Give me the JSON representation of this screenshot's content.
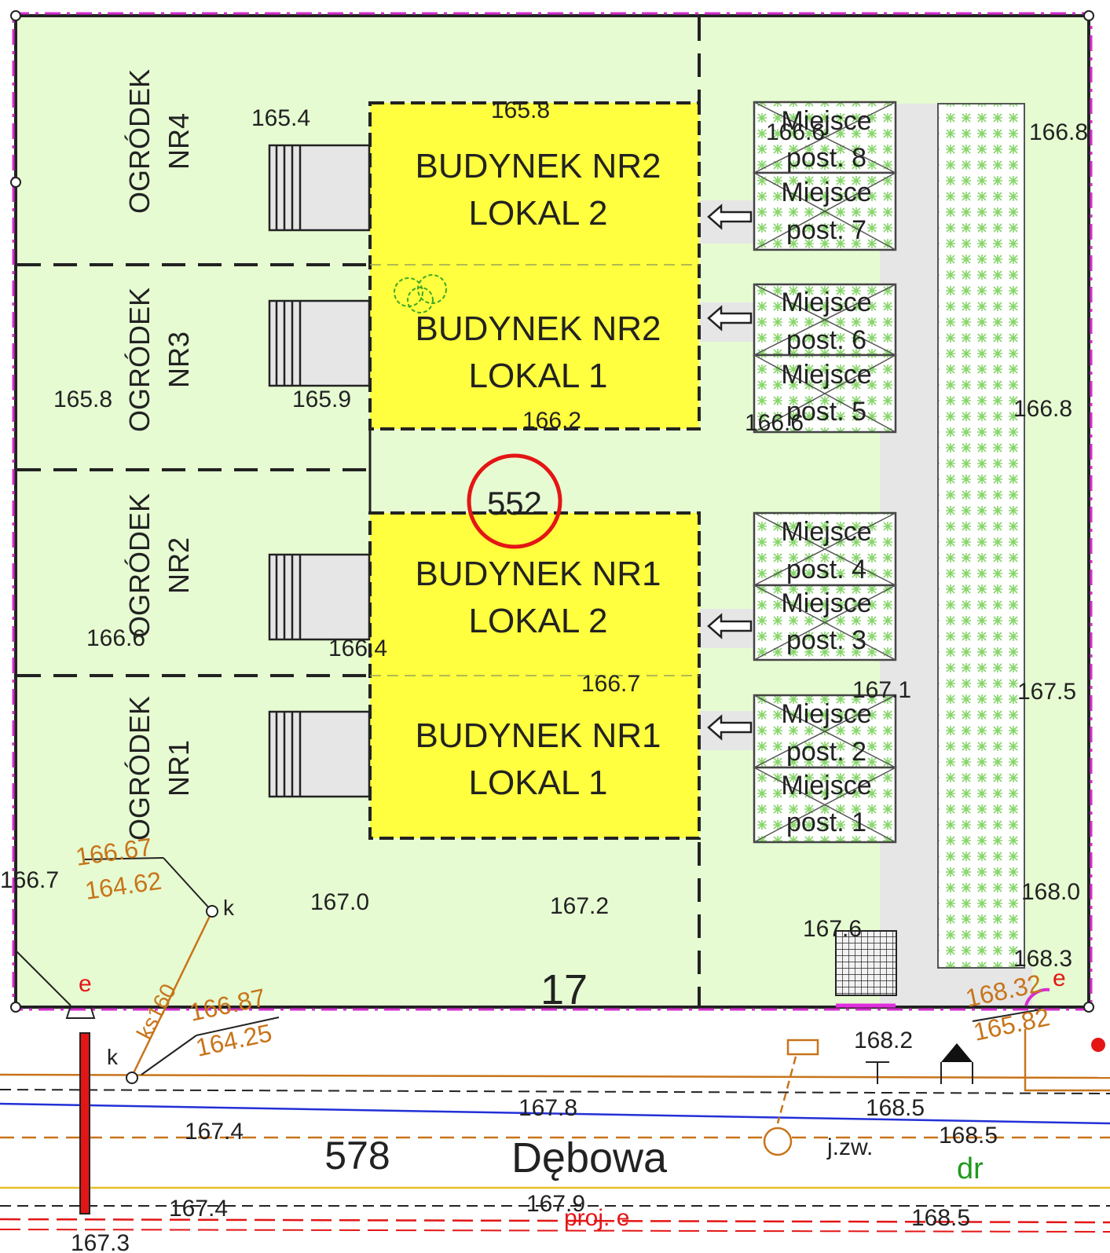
{
  "plot": {
    "number": "552",
    "road_parcel_number": "578",
    "neighbor_parcel": "17"
  },
  "street": {
    "name": "Dębowa",
    "annotation_jzw": "j.zw.",
    "annotation_dr": "dr",
    "annotation_proj_e": "proj. e"
  },
  "buildings": [
    {
      "name": "BUDYNEK  NR2",
      "unit": "LOKAL  2"
    },
    {
      "name": "BUDYNEK  NR2",
      "unit": "LOKAL  1"
    },
    {
      "name": "BUDYNEK  NR1",
      "unit": "LOKAL  2"
    },
    {
      "name": "BUDYNEK  NR1",
      "unit": "LOKAL  1"
    }
  ],
  "gardens": [
    {
      "line1": "OGRÓDEK",
      "line2": "NR4"
    },
    {
      "line1": "OGRÓDEK",
      "line2": "NR3"
    },
    {
      "line1": "OGRÓDEK",
      "line2": "NR2"
    },
    {
      "line1": "OGRÓDEK",
      "line2": "NR1"
    }
  ],
  "parking": [
    {
      "line1": "Miejsce",
      "line2": "post.  8"
    },
    {
      "line1": "Miejsce",
      "line2": "post.  7"
    },
    {
      "line1": "Miejsce",
      "line2": "post.  6"
    },
    {
      "line1": "Miejsce",
      "line2": "post.  5"
    },
    {
      "line1": "Miejsce",
      "line2": "post.  4"
    },
    {
      "line1": "Miejsce",
      "line2": "post.  3"
    },
    {
      "line1": "Miejsce",
      "line2": "post.  2"
    },
    {
      "line1": "Miejsce",
      "line2": "post.  1"
    }
  ],
  "elevations": {
    "e1": "165.4",
    "e2": "165.8",
    "e3": "166.8",
    "e4": "165.8",
    "e5": "165.9",
    "e6": "166.2",
    "e7": "166.8",
    "e8": "166.6",
    "e9": "166.4",
    "e10": "166.7",
    "e11": "167.1",
    "e12": "167.5",
    "e13": "166.7",
    "e14": "167.0",
    "e15": "167.2",
    "e16": "167.6",
    "e17": "168.0",
    "e18": "168.3",
    "e19": "168.2",
    "e20": "168.5",
    "e21": "167.4",
    "e22": "167.8",
    "e23": "168.5",
    "e24": "167.4",
    "e25": "167.9",
    "e26": "168.5",
    "e27": "167.3",
    "e28": "166.6",
    "e29": "166.6"
  },
  "sewer": {
    "well_top_1": "166.67",
    "well_bottom_1": "164.62",
    "well_top_2": "166.87",
    "well_bottom_2": "164.25",
    "well_top_3": "168.32",
    "well_bottom_3": "165.82",
    "pipe_label": "ks160",
    "well_mark": "k",
    "line_e": "e"
  },
  "colors": {
    "lawn": "#e6fbd2",
    "building": "#ffff3f",
    "pavement": "#e6e6e6",
    "boundary_pink": "#d62fd0",
    "red_circle": "#e41515",
    "sewer_orange": "#c8741a",
    "green_hatch": "#88d66c"
  }
}
